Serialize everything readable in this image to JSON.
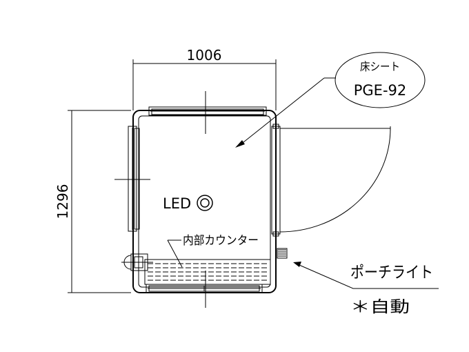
{
  "dimensions": {
    "width": "1006",
    "height": "1296"
  },
  "callouts": {
    "floor_sheet_label": "床シート",
    "floor_sheet_code": "PGE-92",
    "light_label": "LED",
    "counter_label": "内部カウンター",
    "porch_light_label": "ポーチライト",
    "auto_label": "＊自動"
  }
}
